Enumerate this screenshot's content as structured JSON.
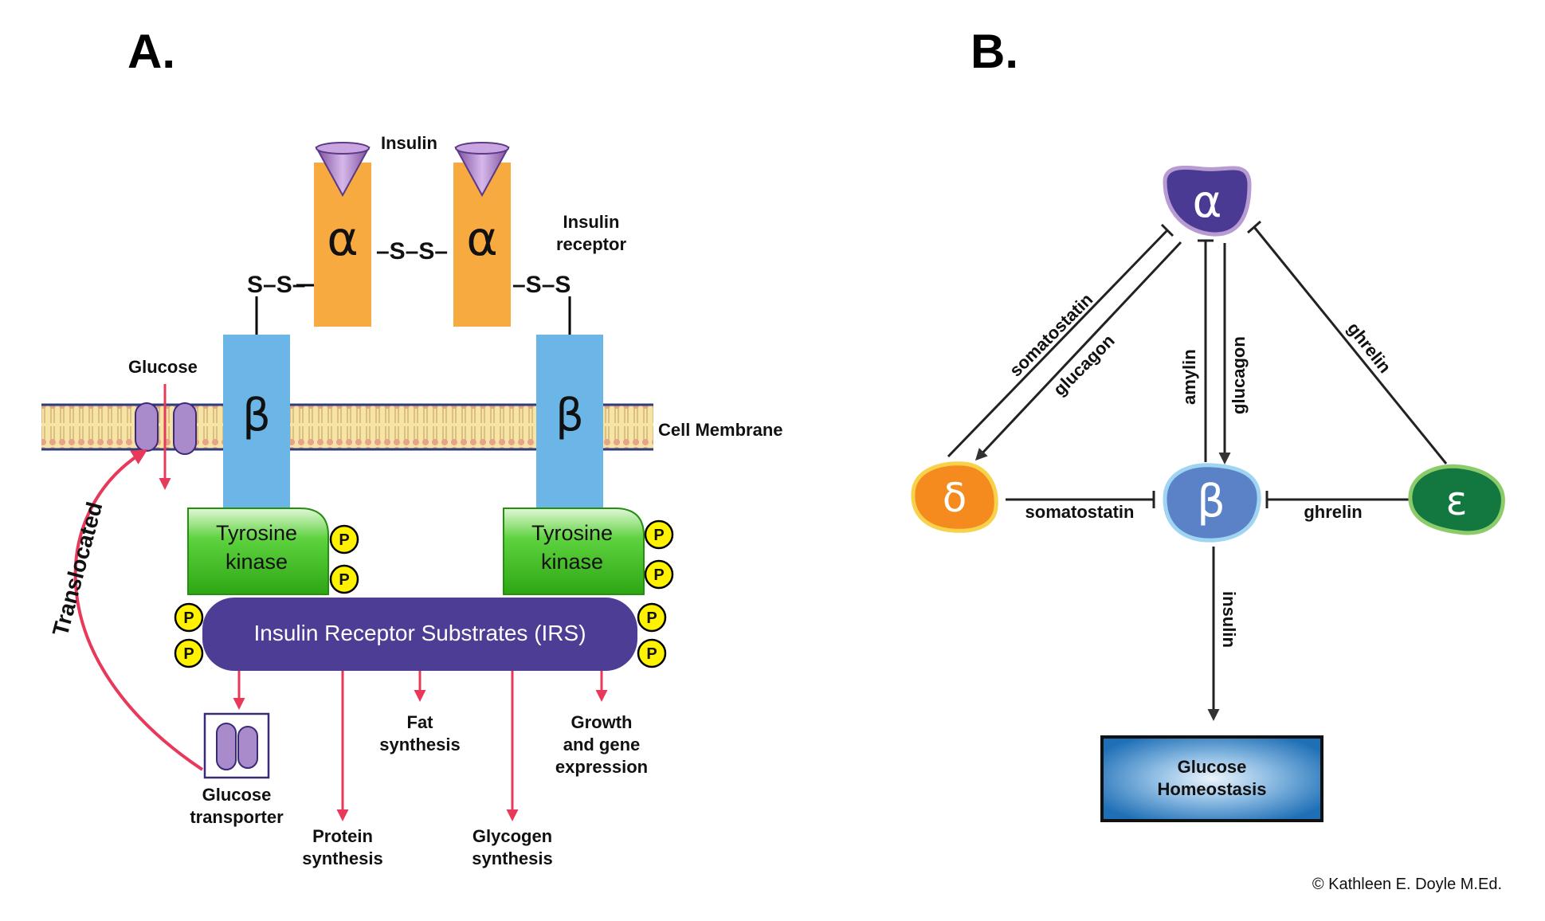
{
  "panel_a": {
    "label": "A.",
    "insulin": "Insulin",
    "insulin_receptor": [
      "Insulin",
      "receptor"
    ],
    "alpha": "α",
    "beta": "β",
    "ss_middle": "–S–S–",
    "ss_left": "S–S–",
    "ss_right": "–S–S",
    "glucose": "Glucose",
    "cell_membrane": "Cell Membrane",
    "tyrosine_kinase": [
      "Tyrosine",
      "kinase"
    ],
    "phosphate": "P",
    "irs": "Insulin Receptor Substrates (IRS)",
    "translocated": "Translocated",
    "glucose_transporter": [
      "Glucose",
      "transporter"
    ],
    "protein_synthesis": [
      "Protein",
      "synthesis"
    ],
    "fat_synthesis": [
      "Fat",
      "synthesis"
    ],
    "glycogen_synthesis": [
      "Glycogen",
      "synthesis"
    ],
    "growth_gene": [
      "Growth",
      "and gene",
      "expression"
    ]
  },
  "panel_b": {
    "label": "B.",
    "cells": {
      "alpha": "α",
      "beta": "β",
      "delta": "δ",
      "epsilon": "ε"
    },
    "edges": {
      "somatostatin_left": "somatostatin",
      "glucagon_left": "glucagon",
      "amylin": "amylin",
      "glucagon_center": "glucagon",
      "ghrelin_right": "ghrelin",
      "somatostatin_bottom": "somatostatin",
      "ghrelin_bottom": "ghrelin",
      "insulin": "insulin"
    },
    "outcome": [
      "Glucose",
      "Homeostasis"
    ]
  },
  "copyright": "© Kathleen E. Doyle M.Ed.",
  "colors": {
    "alpha_subunit": "#F7AA3F",
    "beta_subunit": "#6BB6E6",
    "insulin": "#9B6BB8",
    "tyrosine_kinase": "#33BB1E",
    "phosphate": "#FFF200",
    "irs": "#4E3D95",
    "signal_arrow": "#E8395A",
    "membrane": "#F3E0A0",
    "alpha_cell": "#4A3A94",
    "beta_cell": "#5B82C6",
    "delta_cell": "#F58A1F",
    "epsilon_cell": "#13783F",
    "homeostasis_box": "#1F6FB5"
  }
}
